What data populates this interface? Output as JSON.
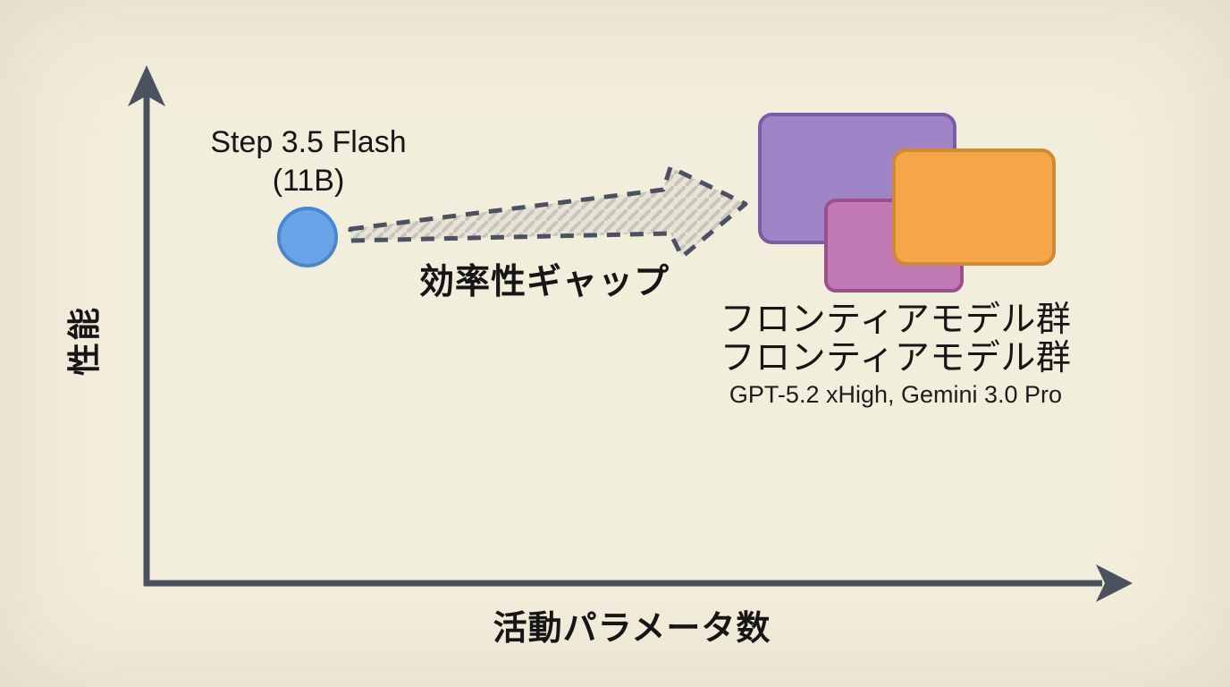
{
  "background": "#f2eedc",
  "axes": {
    "color": "#4b525f",
    "y_label": "性能",
    "x_label": "活動パラメータ数"
  },
  "flash_model": {
    "name_line1": "Step 3.5 Flash",
    "name_line2": "(11B)",
    "dot_fill": "#6ba3e8",
    "dot_border": "#4b87cd"
  },
  "gap_arrow": {
    "label": "効率性ギャップ",
    "fill": "#e7e3d6",
    "hatch": "#c9c5b8",
    "dash_color": "#4a5261"
  },
  "frontier": {
    "label_line1": "フロンティアモデル群",
    "label_line2": "フロンティアモデル群",
    "sublabel": "GPT-5.2 xHigh, Gemini 3.0 Pro",
    "boxes": [
      {
        "name": "purple",
        "fill": "#9f85c7",
        "border": "#7a5ca7"
      },
      {
        "name": "pink",
        "fill": "#c17ab3",
        "border": "#9b4f8d"
      },
      {
        "name": "orange",
        "fill": "#f5a748",
        "border": "#cf8a33"
      }
    ]
  }
}
